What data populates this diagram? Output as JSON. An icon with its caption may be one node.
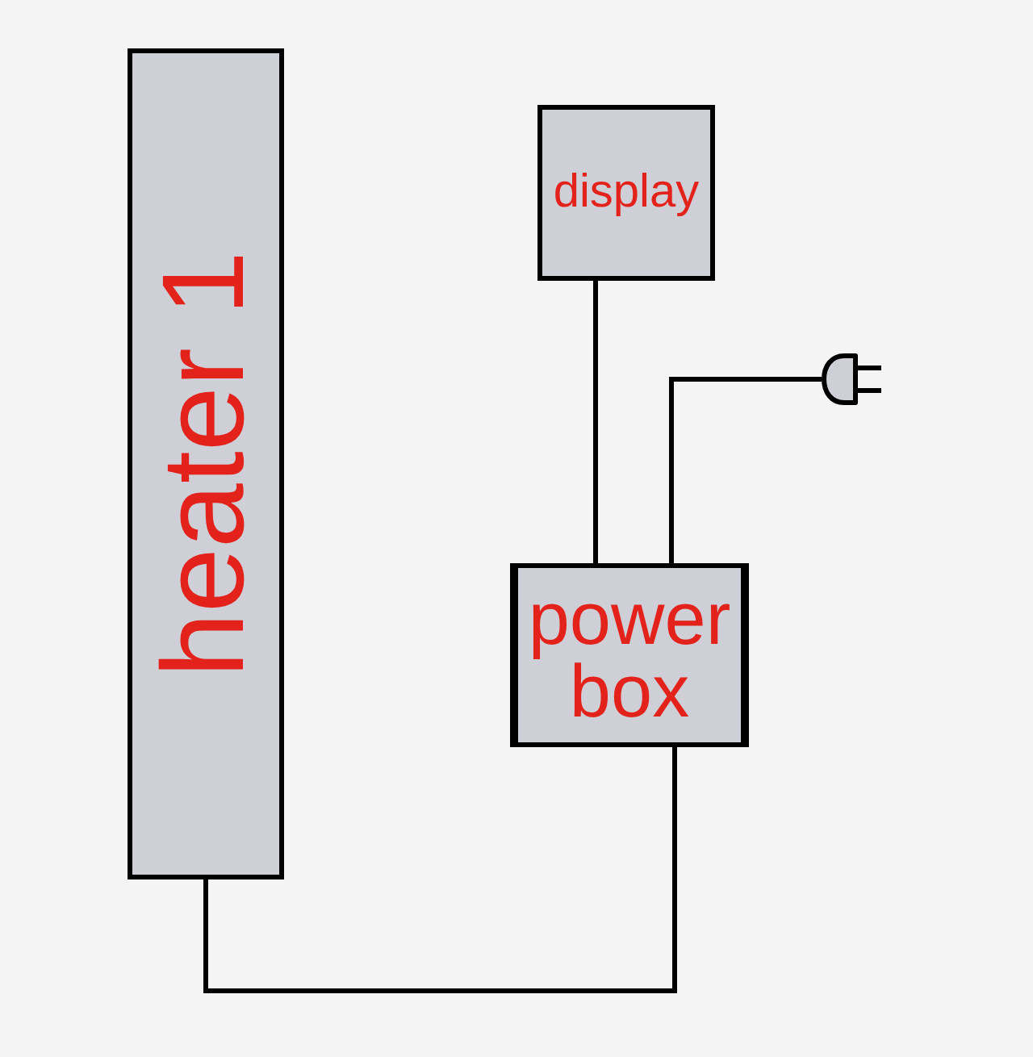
{
  "diagram": {
    "nodes": [
      {
        "text": [
          "heater 1"
        ]
      },
      {
        "text": [
          "display"
        ]
      },
      {
        "text": [
          "power box"
        ]
      },
      {
        "text": [],
        "shape": "plug"
      }
    ],
    "edges": [
      {
        "from": 0,
        "to": 2,
        "arrow": "none"
      },
      {
        "from": 1,
        "to": 2,
        "arrow": "none"
      },
      {
        "from": 2,
        "to": 3,
        "arrow": "none"
      }
    ]
  }
}
